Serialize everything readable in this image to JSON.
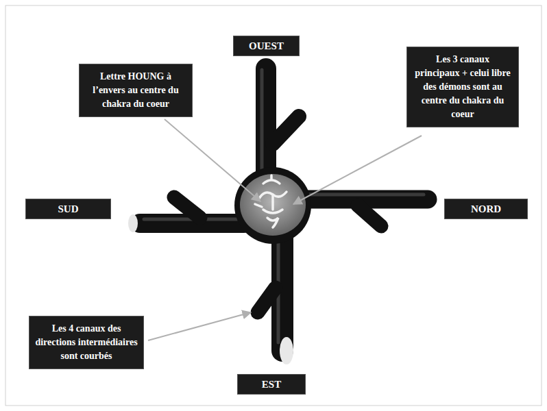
{
  "diagram": {
    "nodes": [
      {
        "text": [
          "OUEST"
        ]
      },
      {
        "text": [
          "Lettre HOUNG à l’envers au centre du chakra du coeur"
        ]
      },
      {
        "text": [
          "Les 3 canaux principaux + celui libre des démons sont au centre du chakra du coeur"
        ]
      },
      {
        "text": [
          "SUD"
        ]
      },
      {
        "text": [
          "NORD"
        ]
      },
      {
        "text": [
          "Les 4 canaux des directions intermédiaires sont courbés"
        ]
      },
      {
        "text": [
          "EST"
        ]
      }
    ]
  }
}
